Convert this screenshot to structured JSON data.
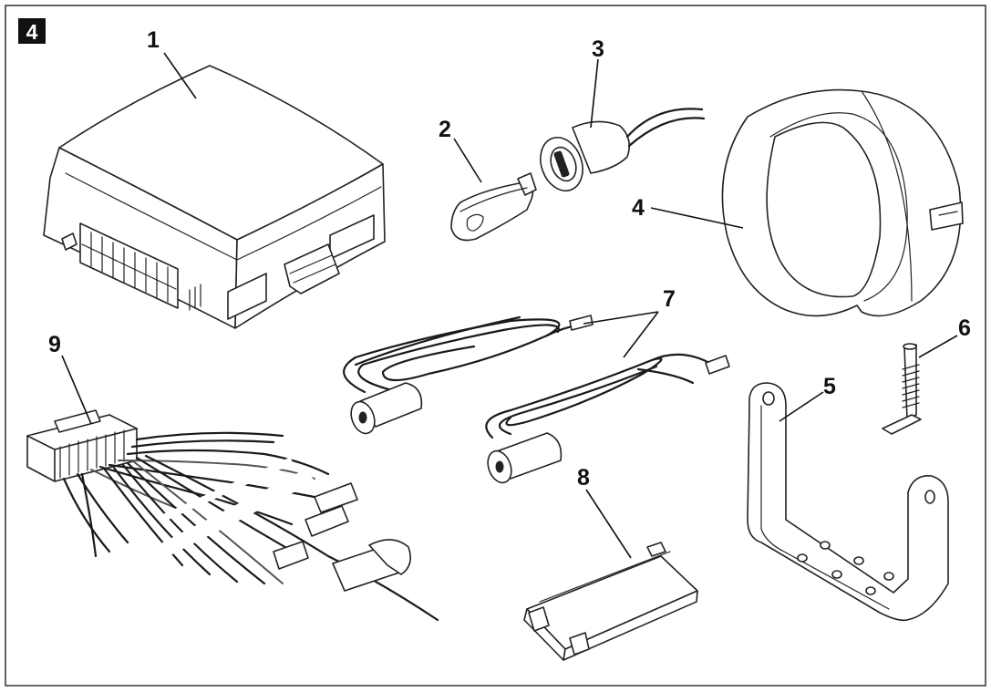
{
  "figure": {
    "number": "4"
  },
  "parts": [
    {
      "label": "1",
      "icon": "control-unit-icon"
    },
    {
      "label": "2",
      "icon": "key-fob-icon"
    },
    {
      "label": "3",
      "icon": "led-indicator-icon"
    },
    {
      "label": "4",
      "icon": "mounting-ring-icon"
    },
    {
      "label": "5",
      "icon": "bracket-icon"
    },
    {
      "label": "6",
      "icon": "screw-icon"
    },
    {
      "label": "7",
      "icon": "sensor-cable-icon"
    },
    {
      "label": "8",
      "icon": "module-icon"
    },
    {
      "label": "9",
      "icon": "wiring-harness-icon"
    }
  ]
}
